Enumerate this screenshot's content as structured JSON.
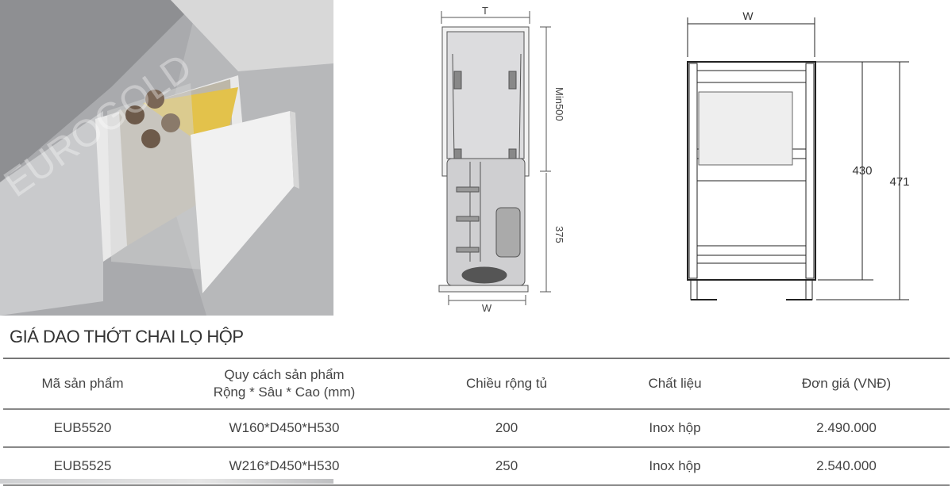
{
  "photo": {
    "watermark": "EUROGOLD"
  },
  "top_view": {
    "width_top": "T",
    "depth_min": "Min500",
    "extension": "375",
    "width_bottom": "W"
  },
  "front_view": {
    "width": "W",
    "height_inner": "430",
    "height_total": "471"
  },
  "product_title": "GIÁ DAO THỚT CHAI LỌ HỘP",
  "table": {
    "headers": [
      "Mã sản phẩm",
      "Quy cách sản phẩm",
      "Rộng * Sâu * Cao (mm)",
      "Chiều rộng tủ",
      "Chất liệu",
      "Đơn giá  (VNĐ)"
    ],
    "rows": [
      {
        "code": "EUB5520",
        "spec": "W160*D450*H530",
        "cabinet_width": "200",
        "material": "Inox hộp",
        "price": "2.490.000"
      },
      {
        "code": "EUB5525",
        "spec": "W216*D450*H530",
        "cabinet_width": "250",
        "material": "Inox hộp",
        "price": "2.540.000"
      }
    ]
  }
}
